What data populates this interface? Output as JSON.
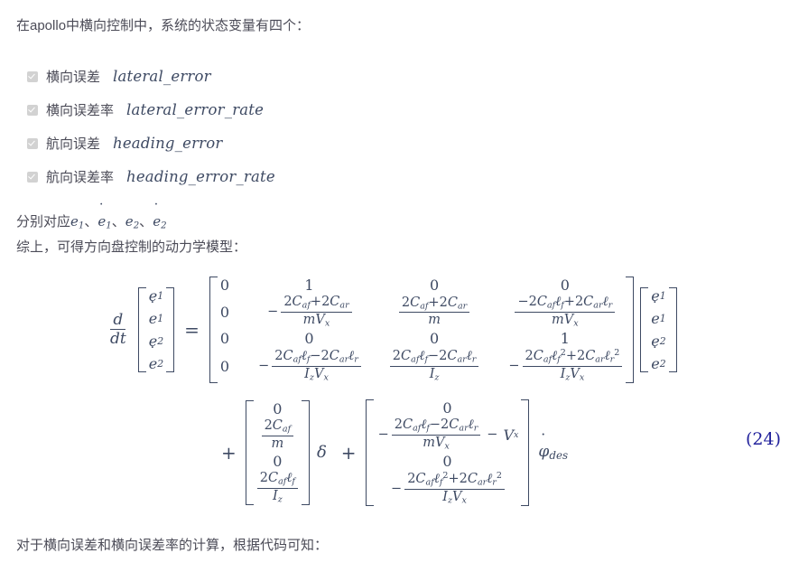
{
  "document": {
    "intro_paragraph": "在apollo中横向控制中，系统的状态变量有四个：",
    "mapping_line_prefix": "分别对应",
    "mapping_line_items": [
      "e1",
      "ė1",
      "e2",
      "ė2"
    ],
    "conclusion_line": "综上，可得方向盘控制的动力学模型：",
    "closing_paragraph": "对于横向误差和横向误差率的计算，根据代码可知："
  },
  "checklist": {
    "items": [
      {
        "label": "横向误差",
        "code": "lateral_error",
        "checked": true
      },
      {
        "label": "横向误差率",
        "code": "lateral_error_rate",
        "checked": true
      },
      {
        "label": "航向误差",
        "code": "heading_error",
        "checked": true
      },
      {
        "label": "航向误差率",
        "code": "heading_error_rate",
        "checked": true
      }
    ]
  },
  "equation": {
    "number": "(24)",
    "number_color": "#22229c",
    "derivative_operator": {
      "numerator": "d",
      "denominator": "dt"
    },
    "equals": "=",
    "plus": "+",
    "delta_symbol": "δ",
    "phi_des": "φ̇des",
    "state_vector": [
      "e1",
      "ė1",
      "e2",
      "ė2"
    ],
    "output_vector": [
      "e1",
      "ė1",
      "e2",
      "ė2"
    ],
    "a_matrix": {
      "rows": [
        [
          "0",
          "1",
          "0",
          "0"
        ],
        [
          "0",
          "-(2Caf+2Car)/(mVx)",
          "(2Caf+2Car)/m",
          "(-2Cafℓf+2Carℓr)/(mVx)"
        ],
        [
          "0",
          "0",
          "0",
          "1"
        ],
        [
          "0",
          "-(2Cafℓf-2Carℓr)/(IzVx)",
          "(2Cafℓf-2Carℓr)/Iz",
          "-(2Cafℓf²+2Carℓr²)/(IzVx)"
        ]
      ]
    },
    "b_vector": [
      "0",
      "2Caf/m",
      "0",
      "2Cafℓf/Iz"
    ],
    "c_vector": [
      "0",
      "-(2Cafℓf-2Carℓr)/(mVx) - Vx",
      "0",
      "-(2Cafℓf²+2Carℓr²)/(IzVx)"
    ]
  },
  "colors": {
    "text": "#4b4b57",
    "math": "#3e4a63",
    "equation_number": "#22229c",
    "checkbox": "#d2d2d2",
    "background": "#ffffff"
  }
}
